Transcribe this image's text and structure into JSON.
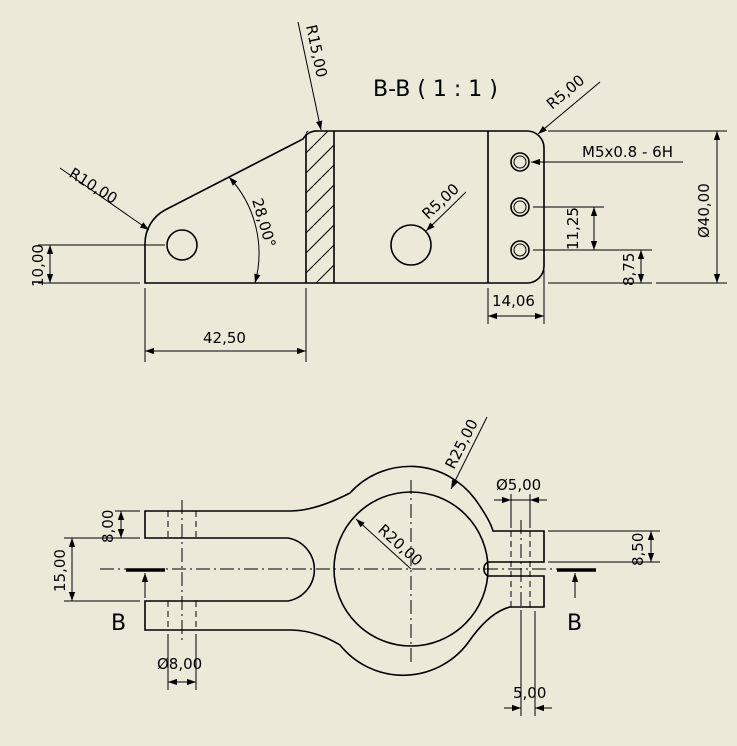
{
  "drawing": {
    "section_title": "B-B ( 1 : 1 )",
    "section_marker": "B",
    "background": "#ece9d8",
    "line_color": "#000000"
  },
  "section_view": {
    "dimensions": {
      "r15": "R15,00",
      "r5_corner": "R5,00",
      "r10": "R10,00",
      "angle": "28,00°",
      "r5_hole": "R5,00",
      "thread": "M5x0.8 - 6H",
      "h10": "10,00",
      "w42": "42,50",
      "w14": "14,06",
      "pitch": "11,25",
      "off875": "8,75",
      "dia40": "Ø40,00"
    }
  },
  "plan_view": {
    "dimensions": {
      "r25": "R25,00",
      "r20": "R20,00",
      "dia5": "Ø5,00",
      "h8": "8,00",
      "h15": "15,00",
      "h85": "8,50",
      "dia8": "Ø8,00",
      "w5": "5,00"
    }
  }
}
